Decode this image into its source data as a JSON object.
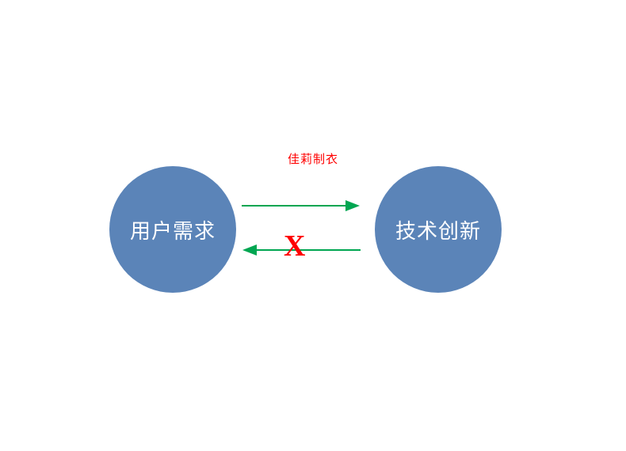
{
  "diagram": {
    "watermark": "佳莉制衣",
    "left_circle": {
      "label": "用户需求"
    },
    "right_circle": {
      "label": "技术创新"
    },
    "cross_mark": "X",
    "colors": {
      "circle_fill": "#5b84b8",
      "arrow_green": "#00a651",
      "cross_red": "#ff0000",
      "watermark_red": "#ff0000",
      "circle_text": "#ffffff",
      "background": "#ffffff"
    }
  }
}
